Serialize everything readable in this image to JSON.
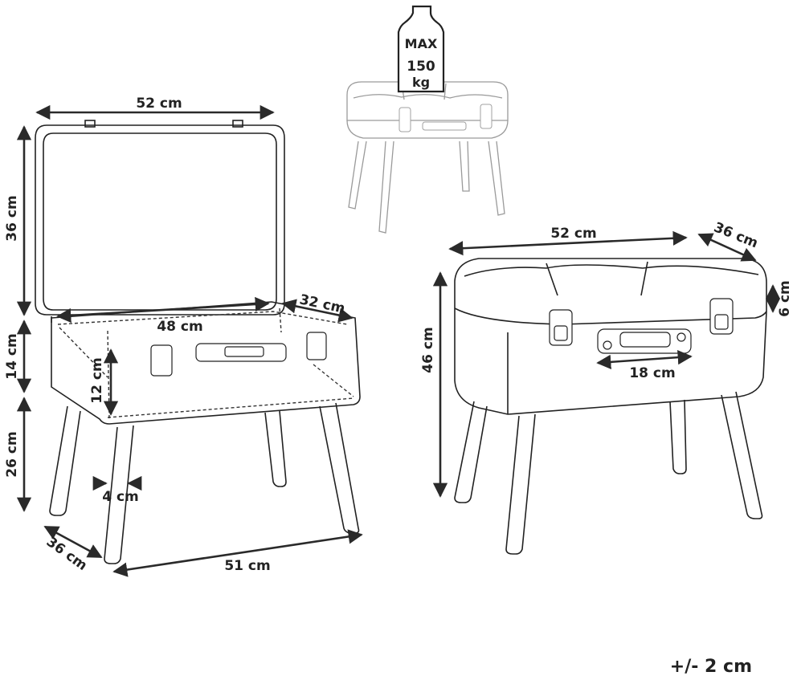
{
  "weight_badge": {
    "top": "MAX",
    "value": "150",
    "unit": "kg"
  },
  "open_view": {
    "lid_width": "52 cm",
    "lid_height": "36 cm",
    "box_height": "14 cm",
    "leg_height": "26 cm",
    "inner_width": "48 cm",
    "inner_depth": "32 cm",
    "inner_height": "12 cm",
    "leg_thickness": "4 cm",
    "depth": "36 cm",
    "base_width": "51 cm"
  },
  "closed_view": {
    "width": "52 cm",
    "depth": "36 cm",
    "cushion_height": "6 cm",
    "total_height": "46 cm",
    "handle_width": "18 cm"
  },
  "tolerance": "+/- 2 cm"
}
